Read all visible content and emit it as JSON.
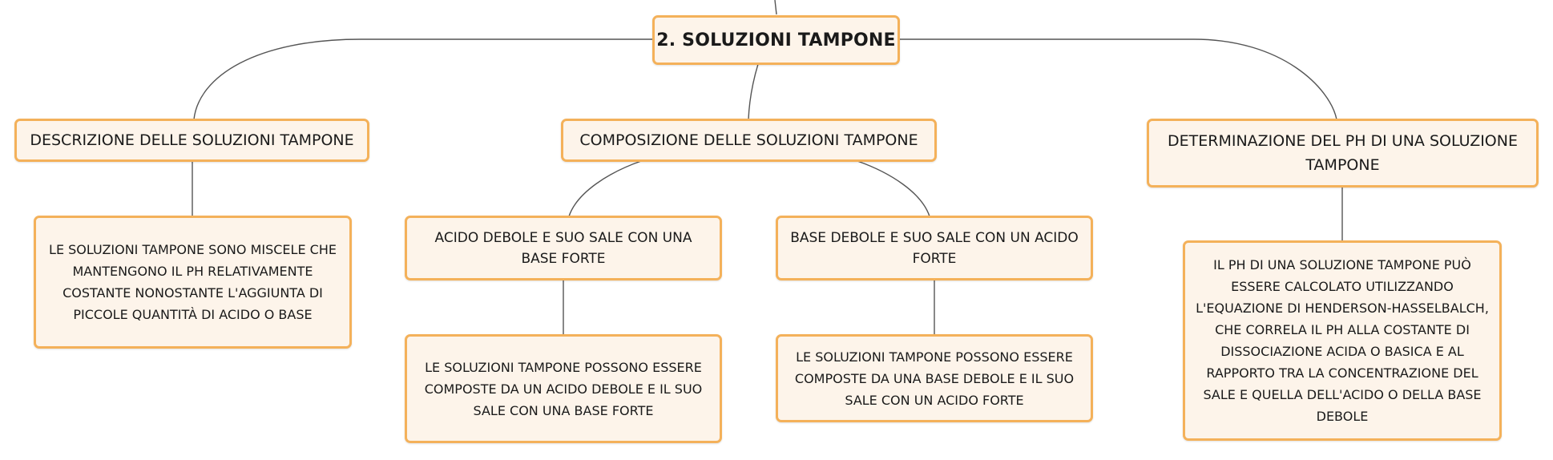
{
  "root": {
    "label": "2. SOLUZIONI TAMPONE"
  },
  "branches": [
    {
      "topic": "DESCRIZIONE DELLE SOLUZIONI TAMPONE",
      "detail": "LE SOLUZIONI TAMPONE SONO MISCELE CHE MANTENGONO IL PH RELATIVAMENTE COSTANTE NONOSTANTE L'AGGIUNTA DI PICCOLE QUANTITÀ DI ACIDO O BASE"
    },
    {
      "topic": "COMPOSIZIONE DELLE SOLUZIONI TAMPONE",
      "subtopics": [
        {
          "label": "ACIDO DEBOLE E SUO SALE CON UNA BASE FORTE",
          "detail": "LE SOLUZIONI TAMPONE POSSONO ESSERE COMPOSTE DA UN ACIDO DEBOLE E IL SUO SALE CON UNA BASE FORTE"
        },
        {
          "label": "BASE DEBOLE E SUO SALE CON UN ACIDO FORTE",
          "detail": "LE SOLUZIONI TAMPONE POSSONO ESSERE COMPOSTE DA UNA BASE DEBOLE E IL SUO SALE CON UN ACIDO FORTE"
        }
      ]
    },
    {
      "topic": "DETERMINAZIONE DEL PH DI UNA SOLUZIONE TAMPONE",
      "detail": "IL PH DI UNA SOLUZIONE TAMPONE PUÒ ESSERE CALCOLATO UTILIZZANDO L'EQUAZIONE DI HENDERSON-HASSELBALCH, CHE CORRELA IL PH ALLA COSTANTE DI DISSOCIAZIONE ACIDA O BASICA E AL RAPPORTO TRA LA CONCENTRAZIONE DEL SALE E QUELLA DELL'ACIDO O DELLA BASE DEBOLE"
    }
  ],
  "colors": {
    "node_fill": "#fdf4ea",
    "node_border": "#f4b15a",
    "connector": "#555555",
    "text": "#1a1a1a"
  }
}
